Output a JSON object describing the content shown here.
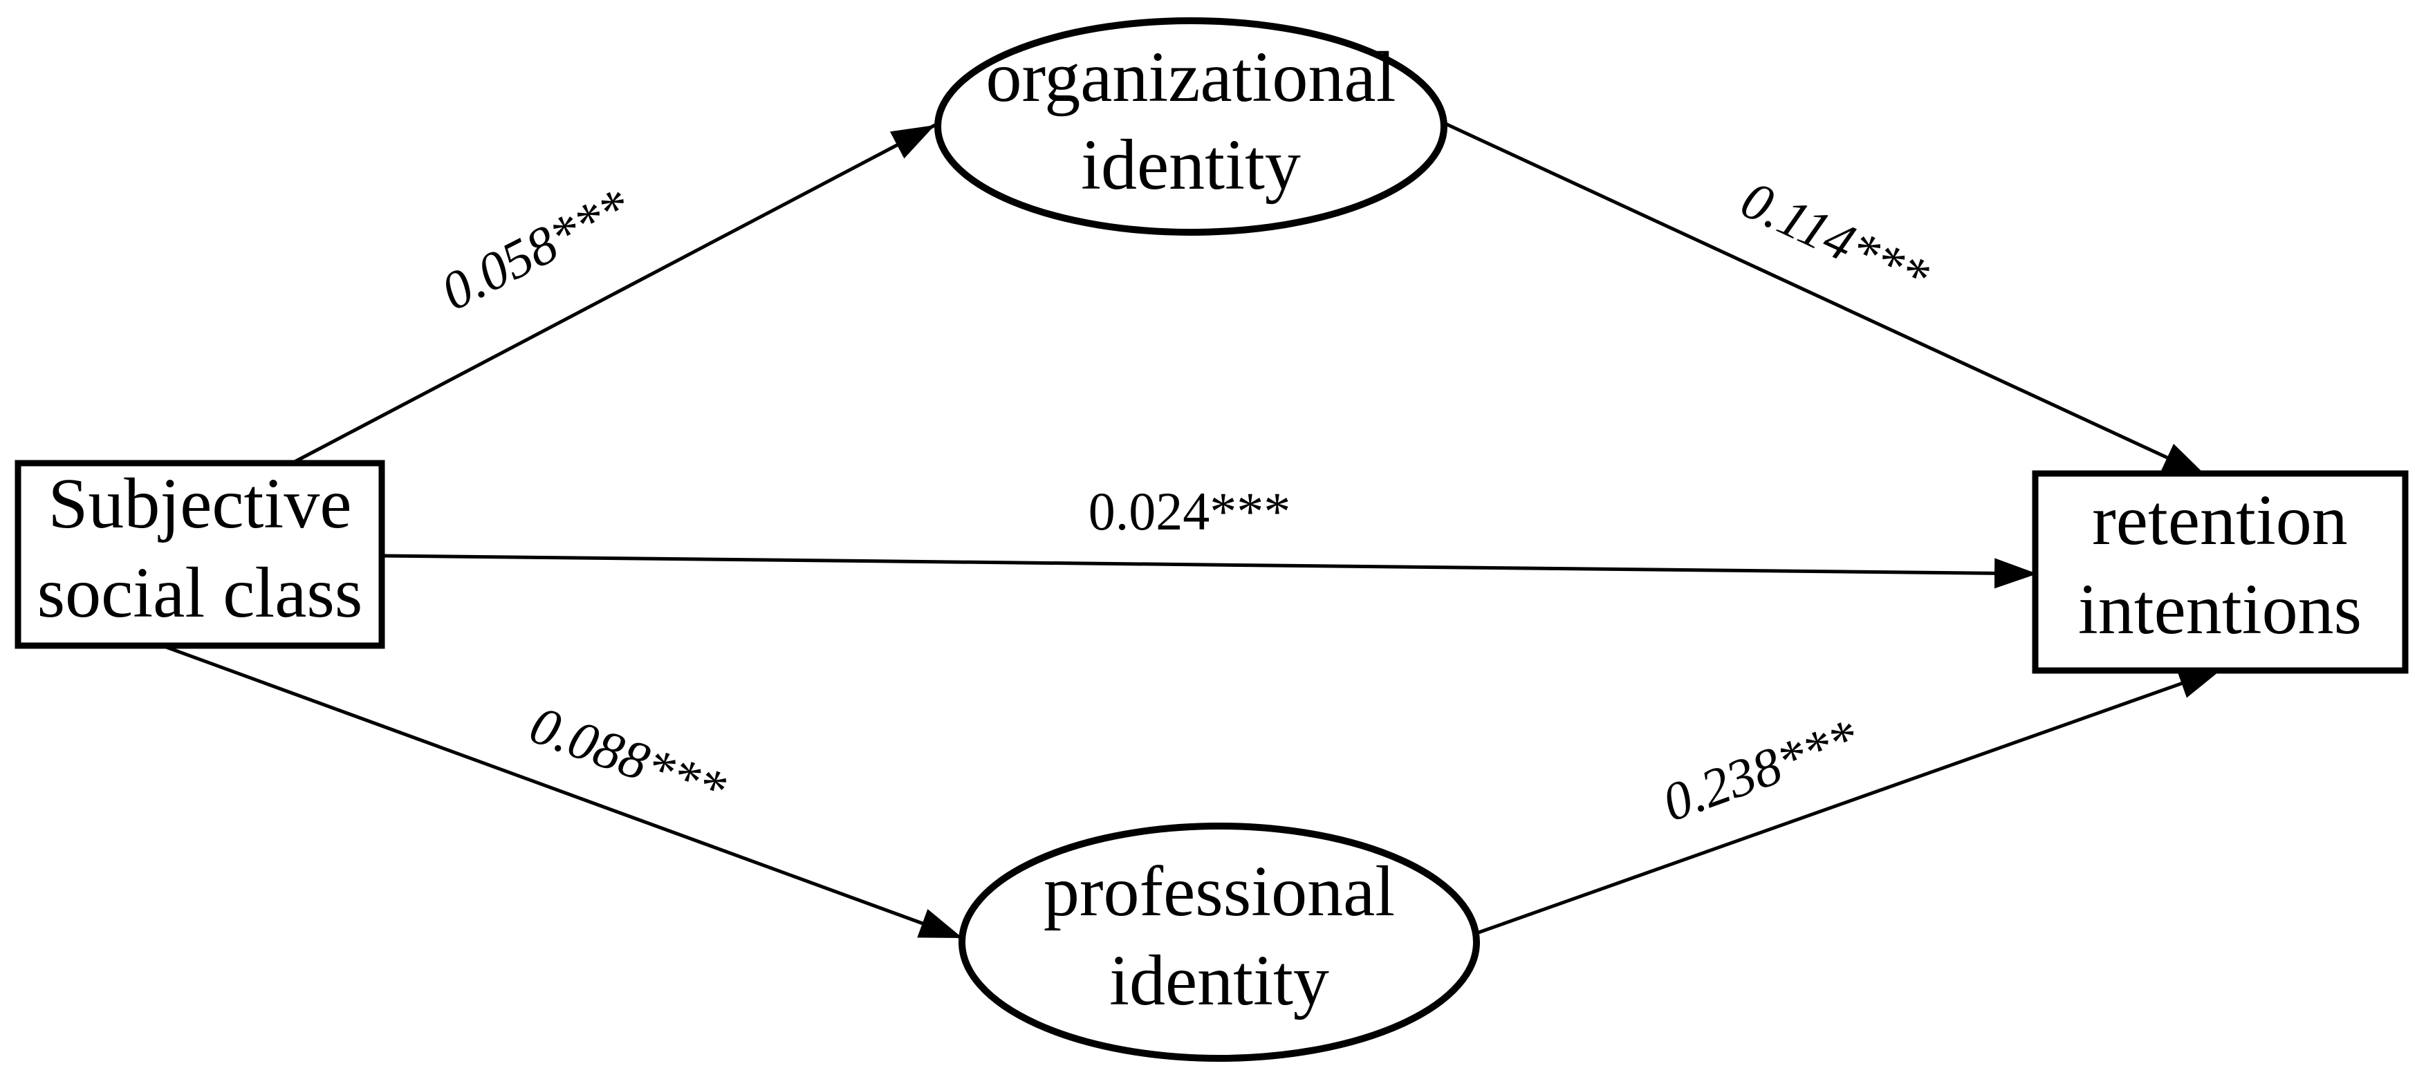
{
  "diagram": {
    "type": "path-model",
    "background_color": "#ffffff",
    "stroke_color": "#000000",
    "text_color": "#000000",
    "nodes": {
      "subjective_social_class": {
        "label": "Subjective social class",
        "line1": "Subjective",
        "line2": "social class",
        "shape": "rectangle",
        "role": "predictor"
      },
      "organizational_identity": {
        "label": "organizational identity",
        "line1": "organizational",
        "line2": "identity",
        "shape": "ellipse",
        "role": "mediator"
      },
      "professional_identity": {
        "label": "professional identity",
        "line1": "professional",
        "line2": "identity",
        "shape": "ellipse",
        "role": "mediator"
      },
      "retention_intentions": {
        "label": "retention intentions",
        "line1": "retention",
        "line2": "intentions",
        "shape": "rectangle",
        "role": "outcome"
      }
    },
    "paths": [
      {
        "from": "subjective_social_class",
        "to": "organizational_identity",
        "coefficient": "0.058***"
      },
      {
        "from": "organizational_identity",
        "to": "retention_intentions",
        "coefficient": "0.114***"
      },
      {
        "from": "subjective_social_class",
        "to": "retention_intentions",
        "coefficient": "0.024***"
      },
      {
        "from": "subjective_social_class",
        "to": "professional_identity",
        "coefficient": "0.088***"
      },
      {
        "from": "professional_identity",
        "to": "retention_intentions",
        "coefficient": "0.238***"
      }
    ]
  }
}
